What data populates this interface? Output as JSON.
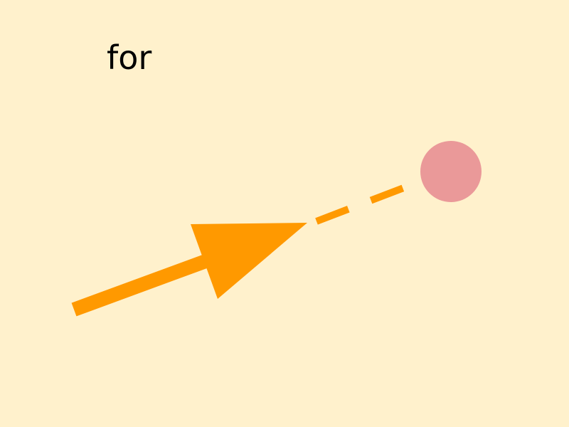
{
  "label": "for",
  "colors": {
    "background": "#FFF1CC",
    "arrow": "#FF9900",
    "target": "#EA9999",
    "text": "#000000"
  },
  "shapes": {
    "arrow": "solid-arrow",
    "connector": "dashed-line",
    "target": "circle"
  }
}
